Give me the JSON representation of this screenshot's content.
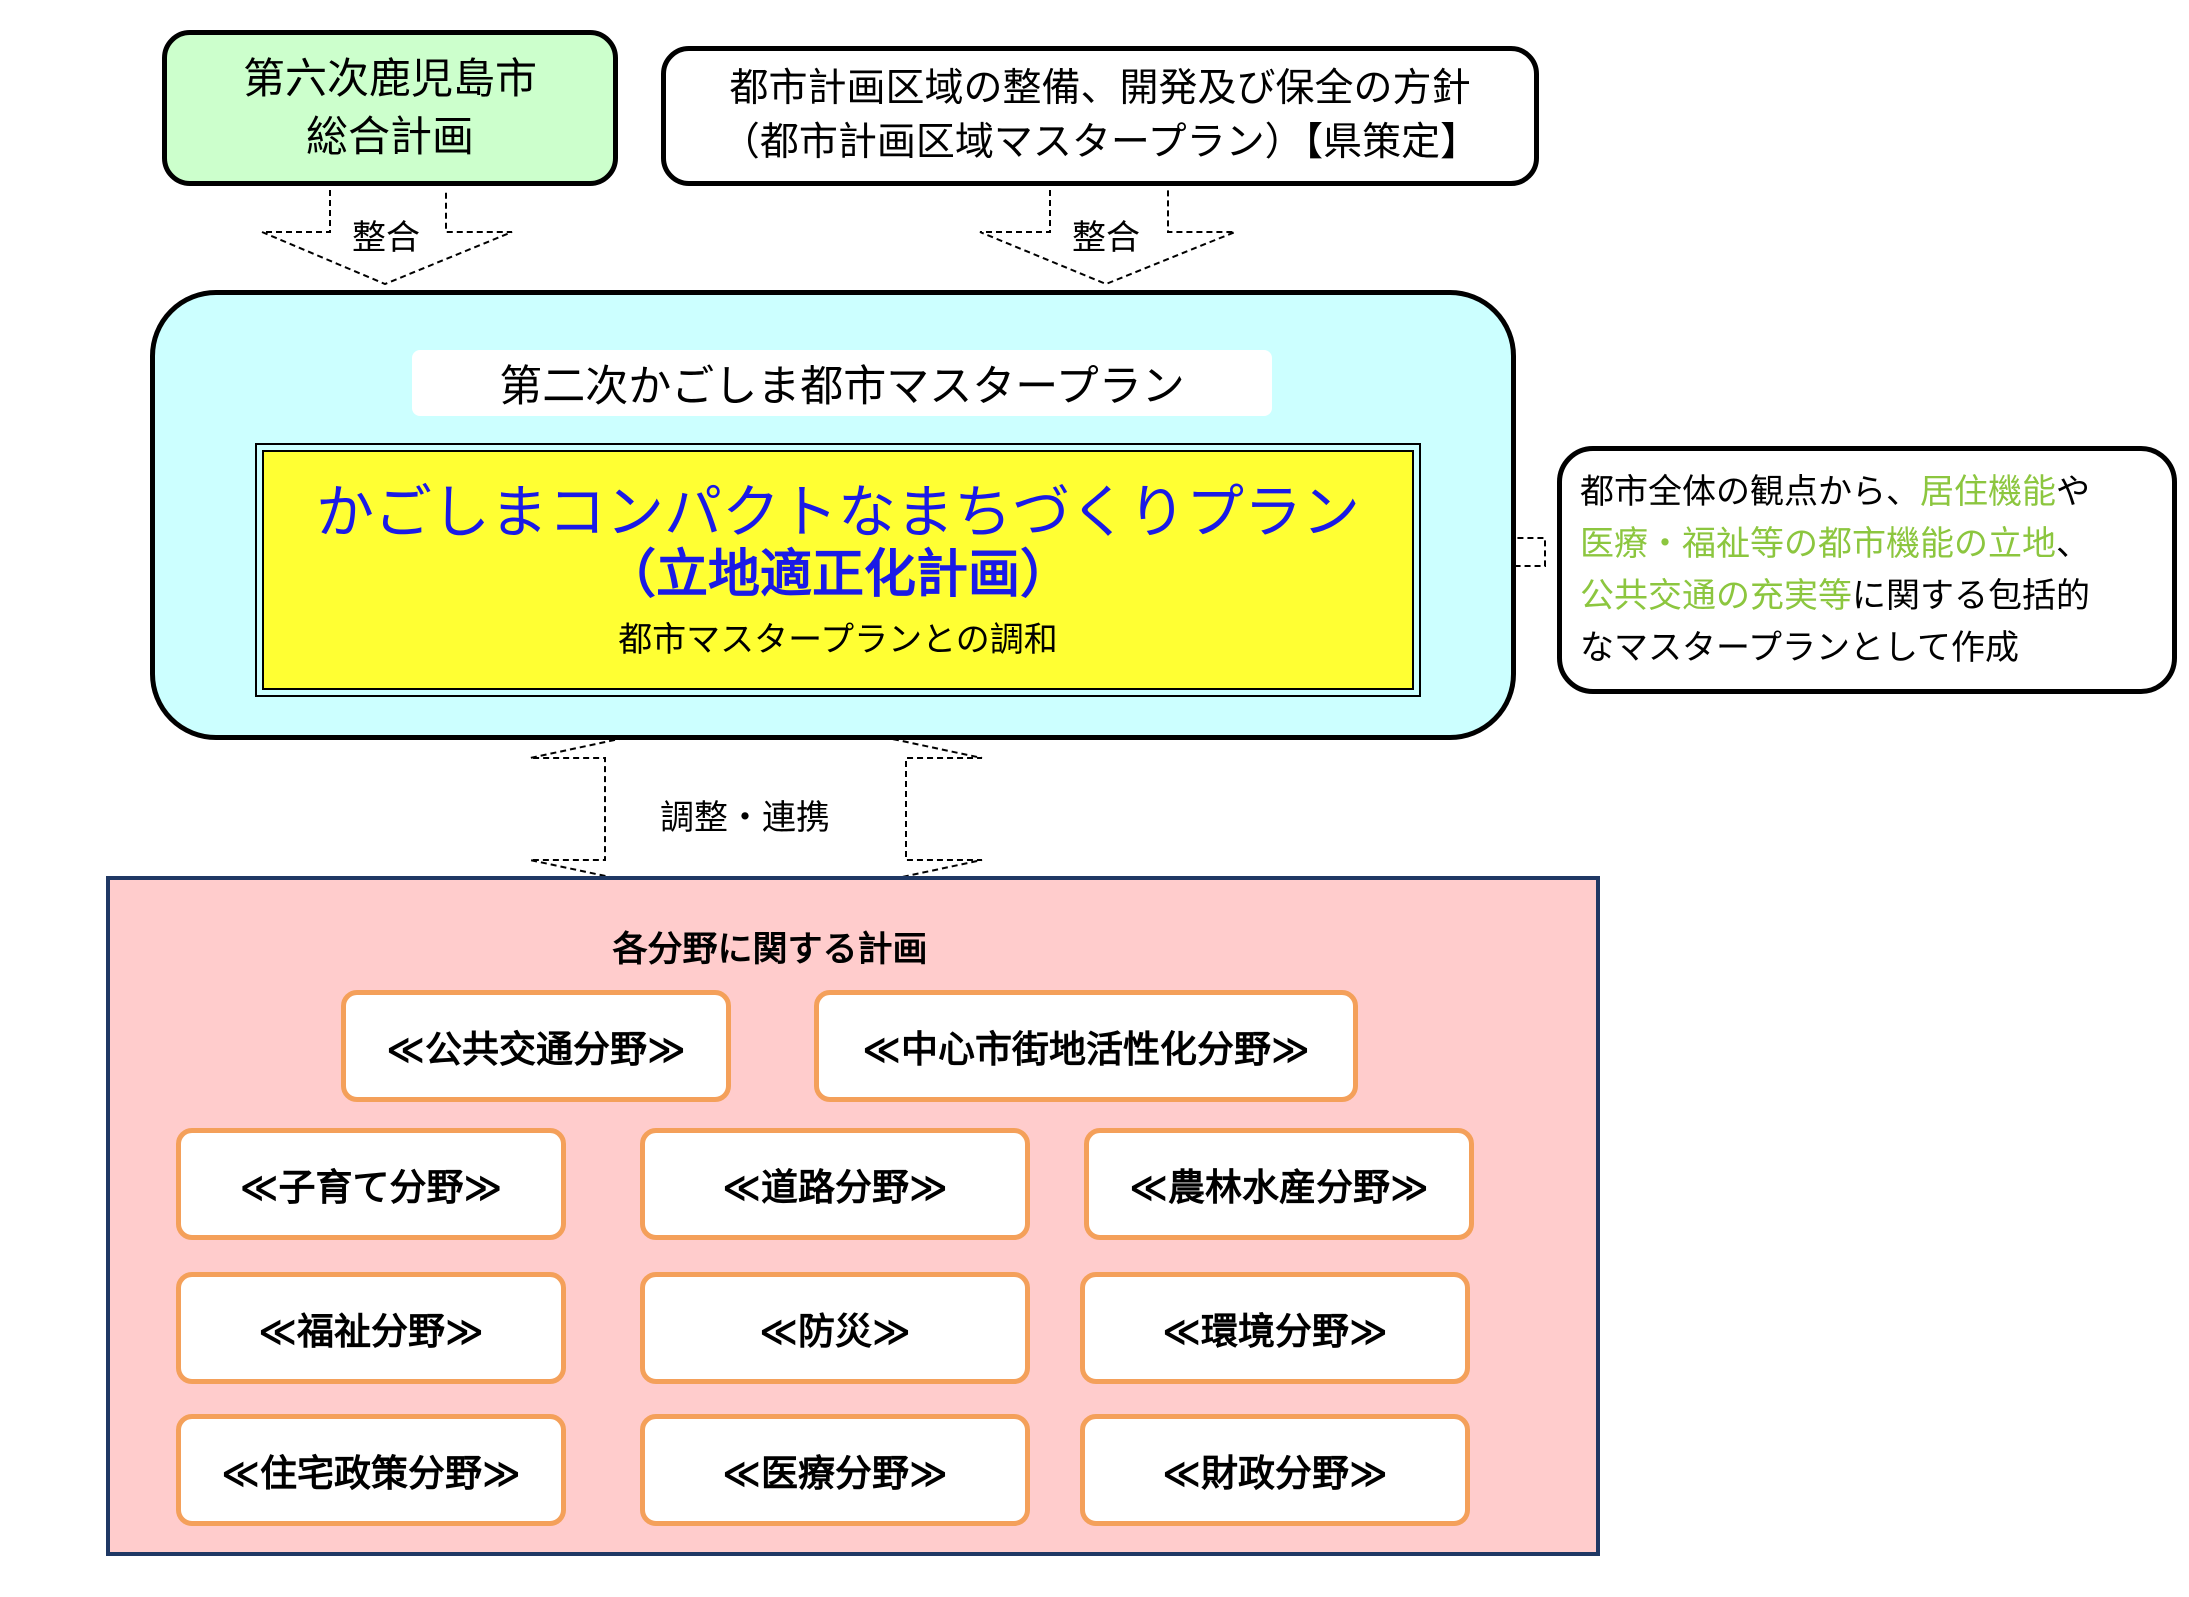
{
  "top_left": {
    "line1": "第六次鹿児島市",
    "line2": "総合計画",
    "fill": "#ccffcc"
  },
  "top_right": {
    "line1": "都市計画区域の整備、開発及び保全の方針",
    "line2": "（都市計画区域マスタープラン）【県策定】"
  },
  "arrow_labels": {
    "left": "整合",
    "right": "整合",
    "middle": "調整・連携"
  },
  "master": {
    "title": "第二次かごしま都市マスタープラン",
    "fill": "#ccffff",
    "compact_title": "かごしまコンパクトなまちづくりプラン",
    "compact_subtitle": "（立地適正化計画）",
    "compact_note": "都市マスタープランとの調和",
    "compact_fill": "#ffff33",
    "compact_text_color": "#1a1ae6"
  },
  "note": {
    "parts": [
      "都市全体の観点から、",
      "居住機能",
      "や",
      "医療・福祉等の都市機能の立地",
      "、",
      "公共交通の充実等",
      "に関する包括的",
      "なマスタープランとして作成"
    ],
    "highlight_color": "#8cc63f"
  },
  "fields": {
    "title": "各分野に関する計画",
    "fill": "#ffcccc",
    "border_color": "#f4a05a",
    "items": [
      "≪公共交通分野≫",
      "≪中心市街地活性化分野≫",
      "≪子育て分野≫",
      "≪道路分野≫",
      "≪農林水産分野≫",
      "≪福祉分野≫",
      "≪防災≫",
      "≪環境分野≫",
      "≪住宅政策分野≫",
      "≪医療分野≫",
      "≪財政分野≫"
    ]
  }
}
